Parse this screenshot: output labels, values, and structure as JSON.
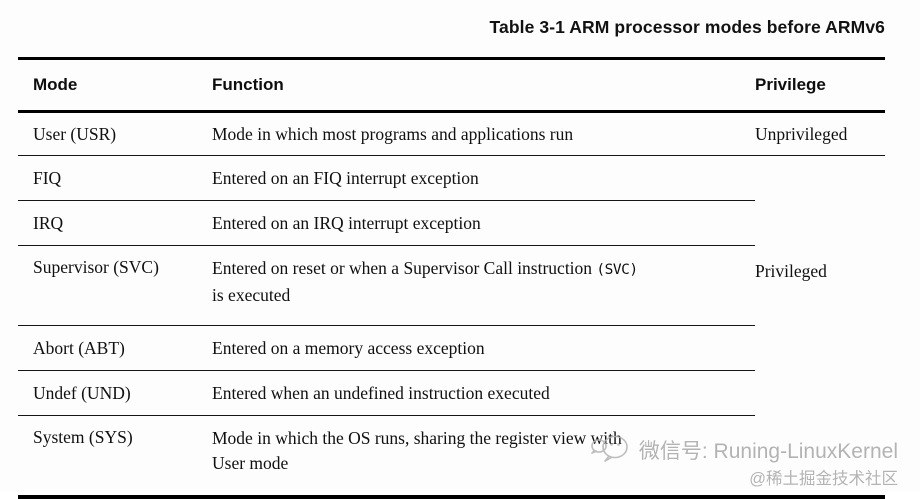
{
  "title": "Table 3-1 ARM processor modes before ARMv6",
  "table": {
    "headers": {
      "mode": "Mode",
      "function": "Function",
      "privilege": "Privilege"
    },
    "rows": [
      {
        "mode": "User (USR)",
        "function": "Mode in which most programs and applications run",
        "privilege": "Unprivileged"
      },
      {
        "mode": "FIQ",
        "function": "Entered on an FIQ interrupt exception",
        "privilege": "Privileged"
      },
      {
        "mode": "IRQ",
        "function": "Entered on an IRQ interrupt exception"
      },
      {
        "mode": "Supervisor (SVC)",
        "function_line1": "Entered on reset or when a Supervisor Call instruction ",
        "function_code": "(SVC)",
        "function_line2": "is executed"
      },
      {
        "mode": "Abort (ABT)",
        "function": "Entered on a memory access exception"
      },
      {
        "mode": "Undef (UND)",
        "function": "Entered when an undefined instruction executed"
      },
      {
        "mode": "System (SYS)",
        "function_line1": "Mode in which the OS runs, sharing the register view with",
        "function_line2": "User mode"
      }
    ]
  },
  "watermark": {
    "wechat_label": "微信号: Runing-LinuxKernel",
    "community_label": "@稀土掘金技术社区",
    "color": "#b3b3b3"
  },
  "icons": {
    "watermark_icon": "wechat-logo"
  }
}
